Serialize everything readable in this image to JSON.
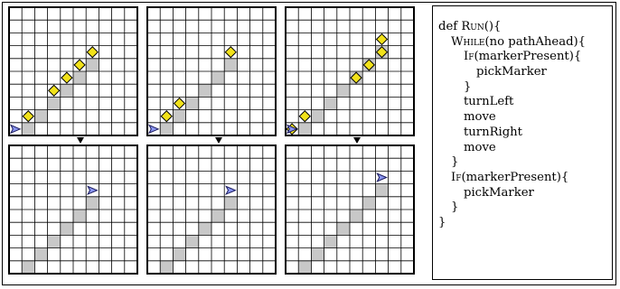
{
  "colors": {
    "grid_line": "#000000",
    "trail_cell": "#c8c8c8",
    "marker_fill": "#f2e21a",
    "marker_stroke": "#000000",
    "agent_fill": "#8a96f0",
    "agent_stroke": "#1a1a5e"
  },
  "icons": {
    "marker": "diamond-marker-icon",
    "agent": "triangle-agent-icon",
    "transition": "down-arrow-icon"
  },
  "grid": {
    "cols": 10,
    "rows": 10
  },
  "examples": [
    {
      "pre": {
        "agent": {
          "col": 0,
          "row": 9,
          "dir": "east"
        },
        "gray_cells": [
          [
            1,
            9
          ],
          [
            2,
            8
          ],
          [
            3,
            7
          ],
          [
            4,
            6
          ],
          [
            5,
            5
          ],
          [
            6,
            4
          ]
        ],
        "markers": [
          [
            1,
            8
          ],
          [
            3,
            6
          ],
          [
            4,
            5
          ],
          [
            5,
            4
          ],
          [
            6,
            3
          ]
        ]
      },
      "post": {
        "agent": {
          "col": 6,
          "row": 3,
          "dir": "east"
        },
        "gray_cells": [
          [
            1,
            9
          ],
          [
            2,
            8
          ],
          [
            3,
            7
          ],
          [
            4,
            6
          ],
          [
            5,
            5
          ],
          [
            6,
            4
          ]
        ],
        "markers": []
      }
    },
    {
      "pre": {
        "agent": {
          "col": 0,
          "row": 9,
          "dir": "east"
        },
        "gray_cells": [
          [
            1,
            9
          ],
          [
            2,
            8
          ],
          [
            3,
            7
          ],
          [
            4,
            6
          ],
          [
            5,
            5
          ],
          [
            6,
            4
          ]
        ],
        "markers": [
          [
            1,
            8
          ],
          [
            2,
            7
          ],
          [
            6,
            3
          ]
        ]
      },
      "post": {
        "agent": {
          "col": 6,
          "row": 3,
          "dir": "east"
        },
        "gray_cells": [
          [
            1,
            9
          ],
          [
            2,
            8
          ],
          [
            3,
            7
          ],
          [
            4,
            6
          ],
          [
            5,
            5
          ],
          [
            6,
            4
          ]
        ],
        "markers": []
      }
    },
    {
      "pre": {
        "agent": {
          "col": 0,
          "row": 9,
          "dir": "east"
        },
        "gray_cells": [
          [
            1,
            9
          ],
          [
            2,
            8
          ],
          [
            3,
            7
          ],
          [
            4,
            6
          ],
          [
            5,
            5
          ],
          [
            6,
            4
          ],
          [
            7,
            3
          ]
        ],
        "markers": [
          [
            0,
            9
          ],
          [
            1,
            8
          ],
          [
            5,
            5
          ],
          [
            6,
            4
          ],
          [
            7,
            3
          ],
          [
            7,
            2
          ]
        ]
      },
      "post": {
        "agent": {
          "col": 7,
          "row": 2,
          "dir": "east"
        },
        "gray_cells": [
          [
            1,
            9
          ],
          [
            2,
            8
          ],
          [
            3,
            7
          ],
          [
            4,
            6
          ],
          [
            5,
            5
          ],
          [
            6,
            4
          ],
          [
            7,
            3
          ]
        ],
        "markers": []
      }
    }
  ],
  "code": {
    "lines": [
      {
        "indent": 0,
        "parts": [
          {
            "t": "def "
          },
          {
            "t": "Run",
            "sc": true
          },
          {
            "t": "(){"
          }
        ]
      },
      {
        "indent": 1,
        "parts": [
          {
            "t": "While",
            "sc": true
          },
          {
            "t": "(no pathAhead){"
          }
        ]
      },
      {
        "indent": 2,
        "parts": [
          {
            "t": "If",
            "sc": true
          },
          {
            "t": "(markerPresent){"
          }
        ]
      },
      {
        "indent": 3,
        "parts": [
          {
            "t": "pickMarker"
          }
        ]
      },
      {
        "indent": 2,
        "parts": [
          {
            "t": "}"
          }
        ]
      },
      {
        "indent": 2,
        "parts": [
          {
            "t": "turnLeft"
          }
        ]
      },
      {
        "indent": 2,
        "parts": [
          {
            "t": "move"
          }
        ]
      },
      {
        "indent": 2,
        "parts": [
          {
            "t": "turnRight"
          }
        ]
      },
      {
        "indent": 2,
        "parts": [
          {
            "t": "move"
          }
        ]
      },
      {
        "indent": 1,
        "parts": [
          {
            "t": "}"
          }
        ]
      },
      {
        "indent": 1,
        "parts": [
          {
            "t": "If",
            "sc": true
          },
          {
            "t": "(markerPresent){"
          }
        ]
      },
      {
        "indent": 2,
        "parts": [
          {
            "t": "pickMarker"
          }
        ]
      },
      {
        "indent": 1,
        "parts": [
          {
            "t": "}"
          }
        ]
      },
      {
        "indent": 0,
        "parts": [
          {
            "t": "}"
          }
        ]
      }
    ]
  }
}
